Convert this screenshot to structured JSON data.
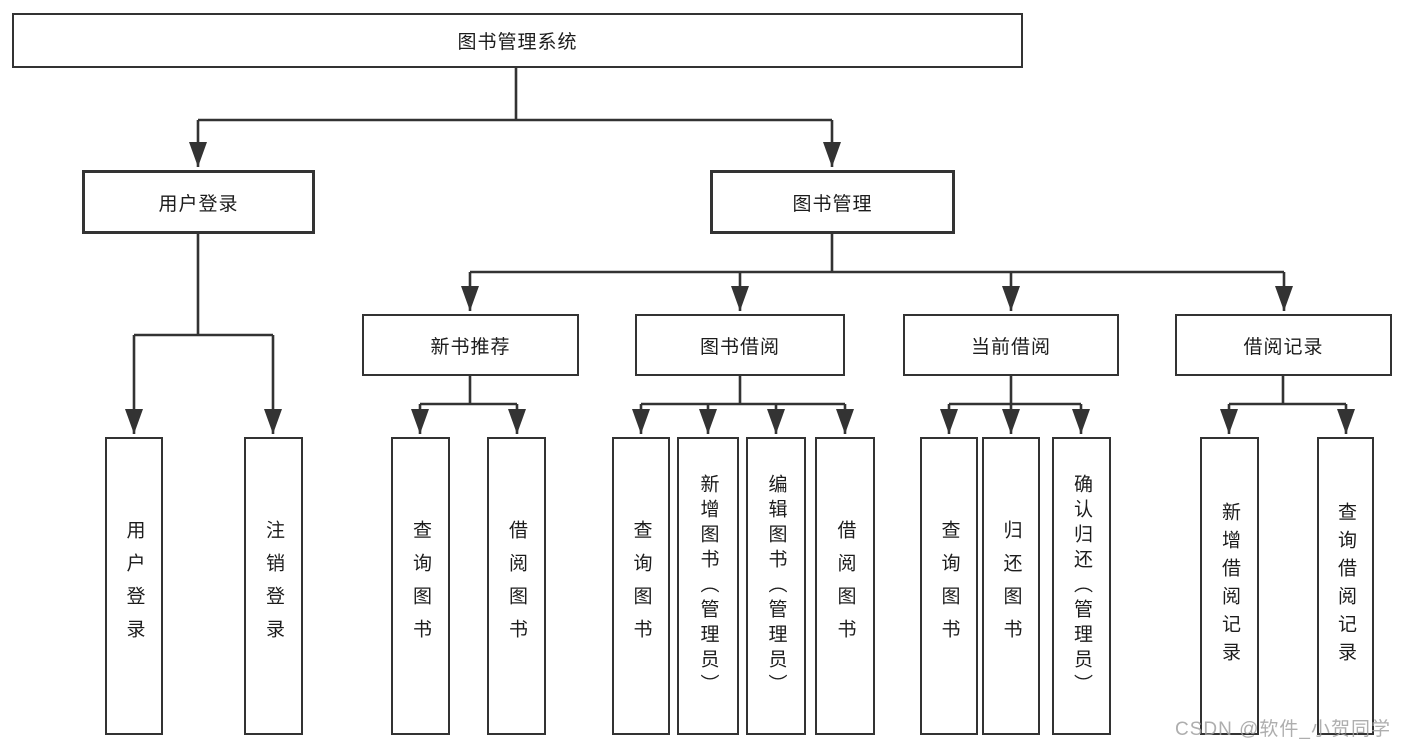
{
  "tree": {
    "root": "图书管理系统",
    "branches": [
      {
        "label": "用户登录",
        "leaves": [
          "用户登录",
          "注销登录"
        ]
      },
      {
        "label": "图书管理",
        "sections": [
          {
            "label": "新书推荐",
            "leaves": [
              "查询图书",
              "借阅图书"
            ]
          },
          {
            "label": "图书借阅",
            "leaves": [
              "查询图书",
              "新增图书（管理员）",
              "编辑图书（管理员）",
              "借阅图书"
            ]
          },
          {
            "label": "当前借阅",
            "leaves": [
              "查询图书",
              "归还图书",
              "确认归还（管理员）"
            ]
          },
          {
            "label": "借阅记录",
            "leaves": [
              "新增借阅记录",
              "查询借阅记录"
            ]
          }
        ]
      }
    ]
  },
  "watermark": "CSDN @软件_小贺同学",
  "colors": {
    "line": "#333333",
    "text": "#1c1c1c",
    "box_bg": "#ffffff",
    "watermark": "#a0a0a0"
  }
}
